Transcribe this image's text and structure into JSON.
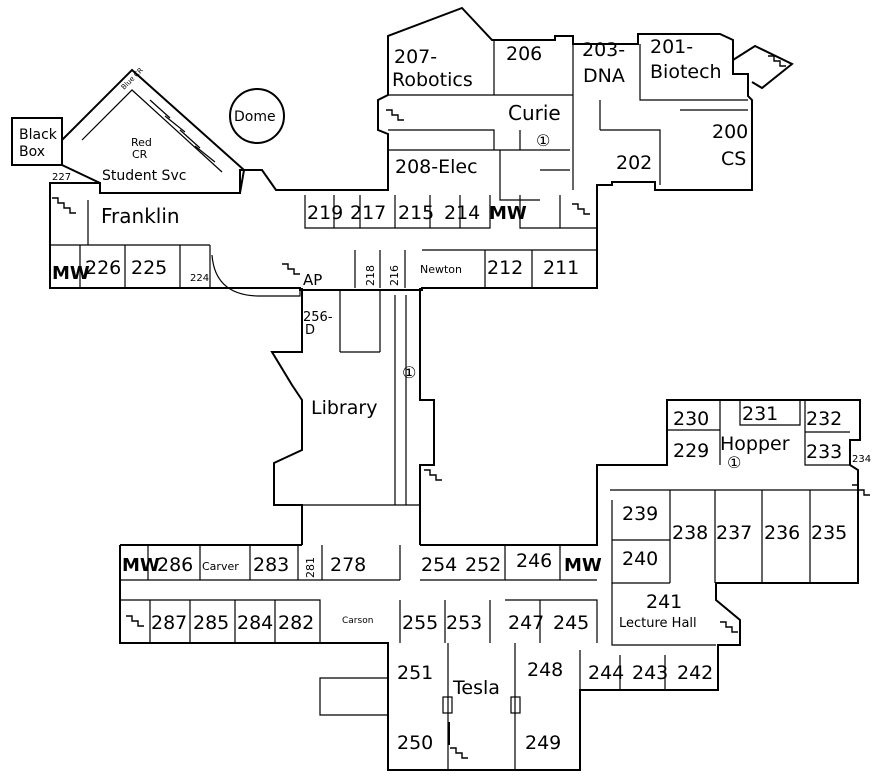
{
  "colors": {
    "wall": "#000000",
    "label_outline_a": "#1e9c6e",
    "label_outline_b": "#c23a9a",
    "label_outline_c": "#2f6fd1",
    "label_outline_d": "#d1a12f"
  },
  "rooms": {
    "r207a": "207-",
    "r207b": "Robotics",
    "r206": "206",
    "r203a": "203-",
    "r203b": "DNA",
    "r201a": "201-",
    "r201b": "Biotech",
    "curie": "Curie",
    "r200a": "200",
    "r200b": "CS",
    "r202": "202",
    "r208": "208-Elec",
    "blackbox_a": "Black",
    "blackbox_b": "Box",
    "bluecr": "Blue CR",
    "dome": "Dome",
    "redcr_a": "Red",
    "redcr_b": "CR",
    "r227": "227",
    "studentsvc": "Student Svc",
    "franklin": "Franklin",
    "r219": "219",
    "r217": "217",
    "r215": "215",
    "r214": "214",
    "mw_top": "MW",
    "mw_left": "MW",
    "r226": "226",
    "r225": "225",
    "r224": "224",
    "ap": "AP",
    "r218": "218",
    "r216": "216",
    "newton": "Newton",
    "r212": "212",
    "r211": "211",
    "r256a": "256-",
    "r256b": "D",
    "library": "Library",
    "r230": "230",
    "r231": "231",
    "r232": "232",
    "r229": "229",
    "hopper": "Hopper",
    "r233": "233",
    "r234": "234",
    "r239": "239",
    "r238": "238",
    "r237": "237",
    "r236": "236",
    "r235": "235",
    "r240": "240",
    "mw_bl": "MW",
    "r286": "286",
    "carver": "Carver",
    "r283": "283",
    "r281": "281",
    "r278": "278",
    "r254": "254",
    "r252": "252",
    "r246": "246",
    "mw_br": "MW",
    "r241": "241",
    "lecturehall": "Lecture Hall",
    "r287": "287",
    "r285": "285",
    "r284": "284",
    "r282": "282",
    "carson": "Carson",
    "r255": "255",
    "r253": "253",
    "r247": "247",
    "r245": "245",
    "r251": "251",
    "tesla": "Tesla",
    "r248": "248",
    "r244": "244",
    "r243": "243",
    "r242": "242",
    "r250": "250",
    "r249": "249"
  },
  "markers": {
    "info_glyph": "①"
  }
}
